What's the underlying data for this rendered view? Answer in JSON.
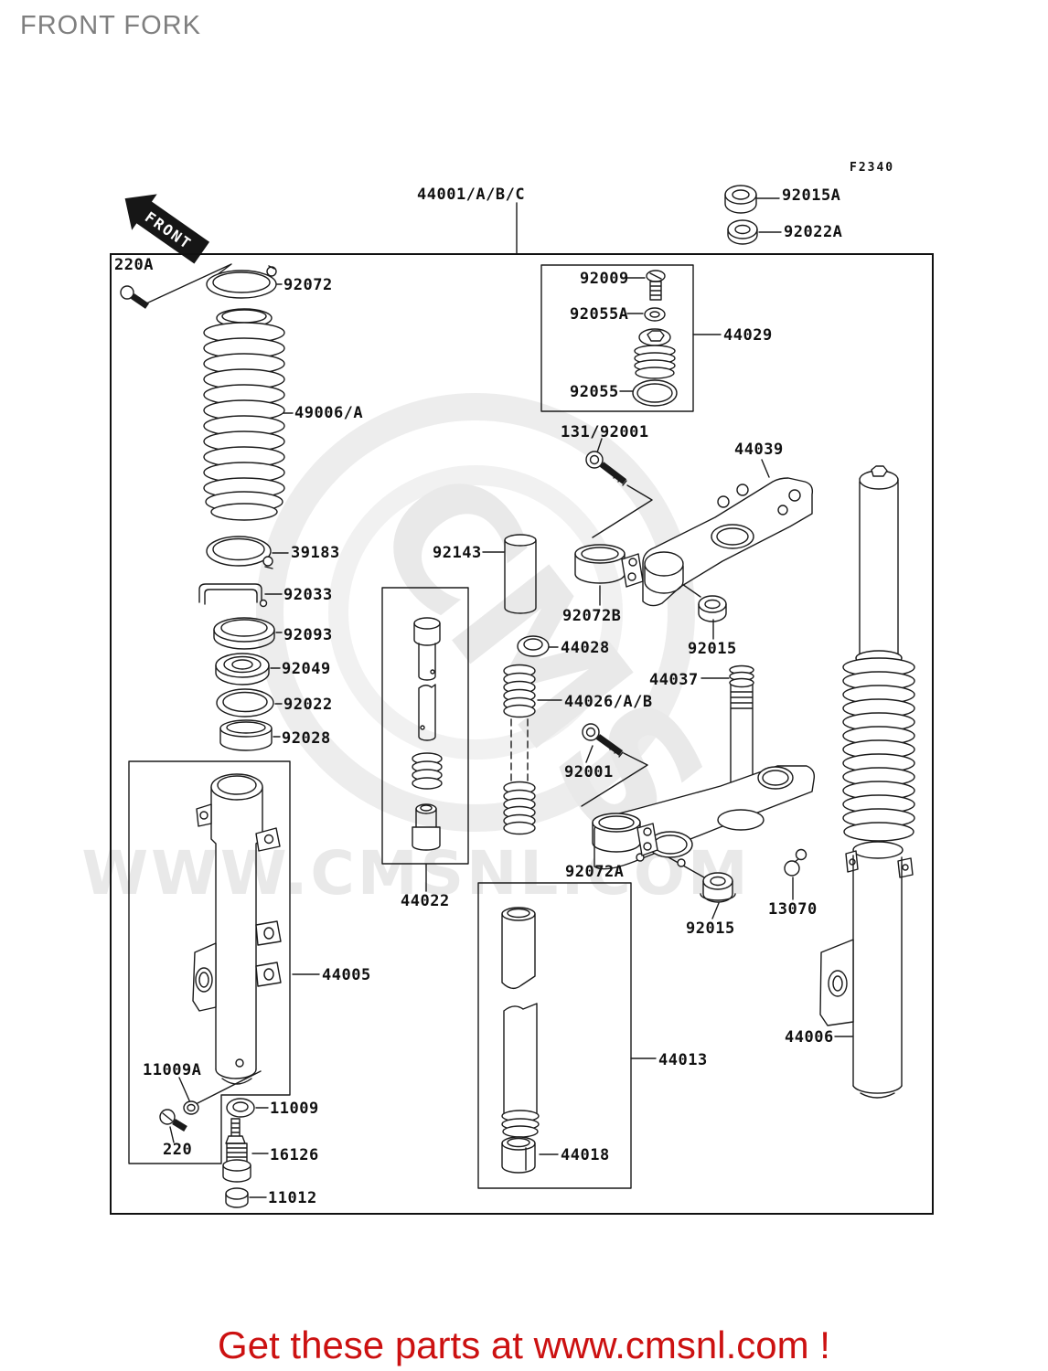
{
  "page": {
    "title": "FRONT FORK",
    "figure_code": "F2340",
    "front_arrow_label": "FRONT",
    "footer_text": "Get these parts at www.cmsnl.com !",
    "watermark": {
      "logo_text": "CMS",
      "site_text": "WWW.CMSNL.COM"
    },
    "colors": {
      "title": "#7f7f7f",
      "line_art": "#1a1a1a",
      "footer": "#cc1111",
      "watermark": "#e9e9e9",
      "background": "#ffffff"
    }
  },
  "parts": [
    {
      "number": "44001/A/B/C"
    },
    {
      "number": "92015A"
    },
    {
      "number": "92022A"
    },
    {
      "number": "220A"
    },
    {
      "number": "92072"
    },
    {
      "number": "49006/A"
    },
    {
      "number": "39183"
    },
    {
      "number": "92033"
    },
    {
      "number": "92093"
    },
    {
      "number": "92049"
    },
    {
      "number": "92022"
    },
    {
      "number": "92028"
    },
    {
      "number": "44005"
    },
    {
      "number": "11009A"
    },
    {
      "number": "11009"
    },
    {
      "number": "220"
    },
    {
      "number": "16126"
    },
    {
      "number": "11012"
    },
    {
      "number": "92009"
    },
    {
      "number": "92055A"
    },
    {
      "number": "44029"
    },
    {
      "number": "92055"
    },
    {
      "number": "131/92001"
    },
    {
      "number": "44039"
    },
    {
      "number": "92143"
    },
    {
      "number": "92072B"
    },
    {
      "number": "44028"
    },
    {
      "number": "44026/A/B"
    },
    {
      "number": "92001"
    },
    {
      "number": "92072A"
    },
    {
      "number": "44037"
    },
    {
      "number": "92015"
    },
    {
      "number": "92015"
    },
    {
      "number": "13070"
    },
    {
      "number": "44022"
    },
    {
      "number": "44013"
    },
    {
      "number": "44018"
    },
    {
      "number": "44006"
    }
  ]
}
